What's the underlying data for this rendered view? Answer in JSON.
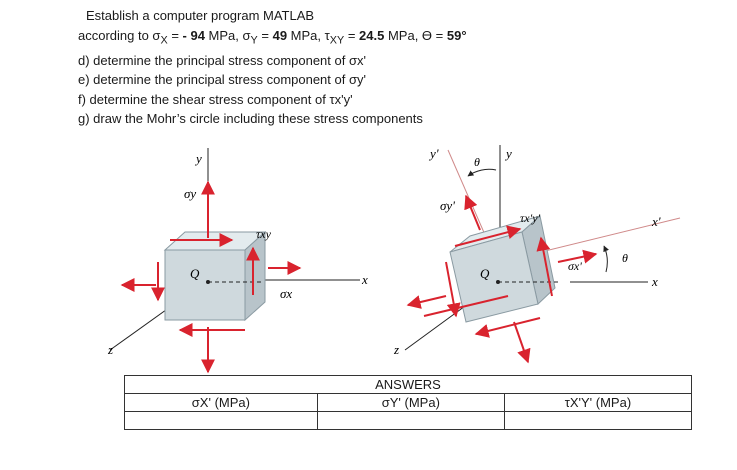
{
  "problem": {
    "line1": "Establish a computer program   MATLAB",
    "line2_prefix": "according to σ",
    "sx_sub": "X",
    "eq1": " = ",
    "sx_val": "- 94",
    "mpa1": " MPa, σ",
    "sy_sub": "Y",
    "eq2": " = ",
    "sy_val": "49",
    "mpa2": " MPa, τ",
    "txy_sub": "XY",
    "eq3": " = ",
    "txy_val": "24.5",
    "mpa3": " MPa, ϴ = ",
    "theta_val": "59°",
    "d": "d)  determine the principal stress component of σx'",
    "e": "e)  determine the principal stress component of σy'",
    "f": "f)   determine the shear stress component of τx'y'",
    "g": "g)  draw the Mohr’s circle including these stress components"
  },
  "figure": {
    "left": {
      "y": "y",
      "sigma_y": "σy",
      "tau_xy": "τxy",
      "q": "Q",
      "sigma_x": "σx",
      "x": "x",
      "z": "z"
    },
    "right": {
      "y_prime": "y'",
      "theta1": "θ",
      "y": "y",
      "sigma_yp": "σy'",
      "tau_xpyp": "τx'y'",
      "x_prime": "x'",
      "sigma_xp": "σx'",
      "theta2": "θ",
      "q": "Q",
      "x": "x",
      "z": "z"
    }
  },
  "table": {
    "title": "ANSWERS",
    "col1": "σX' (MPa)",
    "col2": "σY' (MPa)",
    "col3": "τX'Y' (MPa)",
    "ans1": "",
    "ans2": "",
    "ans3": ""
  }
}
